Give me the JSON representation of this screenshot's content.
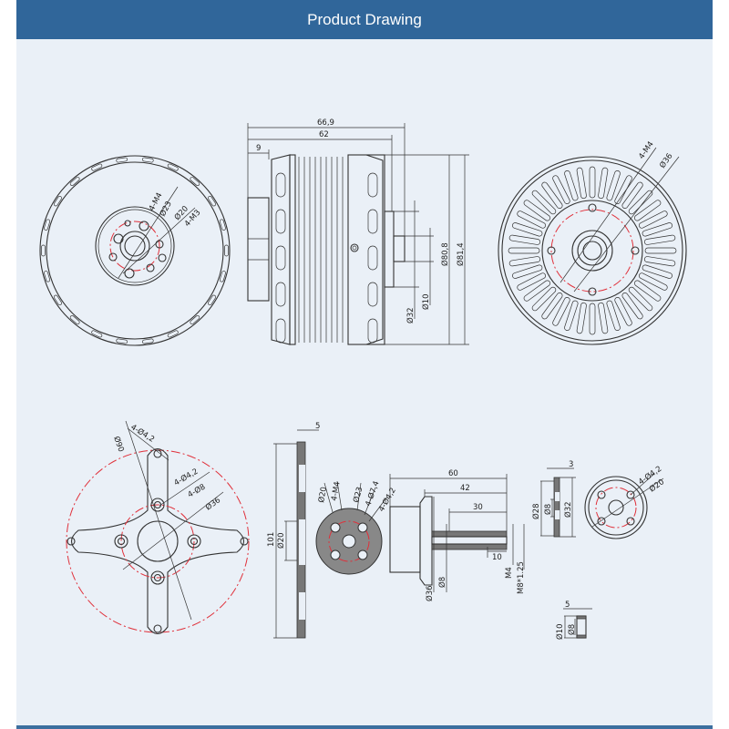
{
  "header": {
    "title": "Product Drawing"
  },
  "colors": {
    "header": "#30669a",
    "panel": "#eaf0f7",
    "centerline": "#e0303a"
  },
  "views": {
    "rear_view": {
      "labels": [
        "4-M4",
        "Ø23",
        "Ø20",
        "4-M3"
      ]
    },
    "side_view": {
      "dims": {
        "overall": "66,9",
        "body": "62",
        "mount": "9",
        "d32": "Ø32",
        "d10": "Ø10",
        "d808": "Ø80,8",
        "d814": "Ø81,4"
      }
    },
    "front_view": {
      "labels": [
        "4-M4",
        "Ø36"
      ]
    },
    "x_mount": {
      "labels": [
        "4-Ø4,2",
        "Ø90",
        "4-Ø4,2",
        "4-Ø8",
        "Ø36"
      ]
    },
    "mount_side": {
      "labels": [
        "5",
        "101",
        "Ø20"
      ]
    },
    "collet_front": {
      "labels": [
        "Ø20",
        "4-M4",
        "Ø23",
        "4-Ø7,4",
        "4-Ø4,2"
      ]
    },
    "collet_side": {
      "labels": [
        "60",
        "42",
        "30",
        "10",
        "Ø36",
        "Ø8",
        "M4",
        "M8*1.25"
      ]
    },
    "ring_side": {
      "labels": [
        "3",
        "Ø28",
        "Ø8",
        "Ø32"
      ]
    },
    "ring_front": {
      "labels": [
        "4-Ø4,2",
        "Ø20"
      ]
    },
    "bushing": {
      "labels": [
        "5",
        "Ø10",
        "Ø8"
      ]
    }
  }
}
